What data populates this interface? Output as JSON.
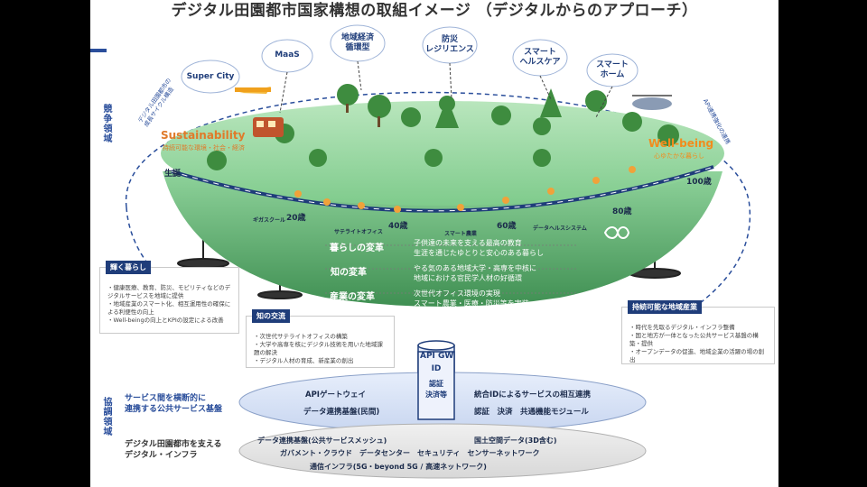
{
  "title": "デジタル田園都市国家構想の取組イメージ （デジタルからのアプローチ）",
  "side_labels": {
    "competition": "競争領域",
    "cooperation": "協調領域"
  },
  "clouds": [
    "Super City",
    "MaaS",
    "地域経済\n循環型",
    "防災\nレジリエンス",
    "スマート\nヘルスケア",
    "スマート\nホーム"
  ],
  "arc_labels": {
    "left": "デジタル田園都市の\n成長サイクル構造",
    "right": "API連携強化の連携"
  },
  "sustainability": {
    "label": "Sustainability",
    "sub": "持続可能な環境・社会・経済"
  },
  "wellbeing": {
    "label": "Well-being",
    "sub": "心ゆたかな暮らし"
  },
  "ages": [
    "生誕",
    "20歳",
    "40歳",
    "60歳",
    "80歳",
    "100歳"
  ],
  "stations": [
    "ギガスクール",
    "サテライトオフィス",
    "スマート農業",
    "データヘルスシステム"
  ],
  "transforms": [
    {
      "title": "暮らしの変革",
      "lines": [
        "子供達の未来を支える最高の教育",
        "生涯を通じたゆとりと安心のある暮らし"
      ]
    },
    {
      "title": "知の変革",
      "lines": [
        "やる気のある地域大学・高専を中核に",
        "地域における官民学人材の好循環"
      ]
    },
    {
      "title": "産業の変革",
      "lines": [
        "次世代オフィス環境の実現",
        "スマート農業・医療・防災等を実装"
      ]
    }
  ],
  "boxes": {
    "kagayaku": {
      "title": "輝く暮らし",
      "items": [
        "健康医療、教育、防災、モビリティなどのデジタルサービスを地域に提供",
        "地域産業のスマート化、相互運用性の確保による利便性の向上",
        "Well-beingの向上とKPIの設定による改善"
      ]
    },
    "chi": {
      "title": "知の交流",
      "items": [
        "次世代サテライトオフィスの構築",
        "大学や高専を核にデジタル技術を用いた地域課題の解決",
        "デジタル人材の育成、新産業の創出"
      ]
    },
    "jizoku": {
      "title": "持続可能な地域産業",
      "items": [
        "時代を先取るデジタル・インフラ整備",
        "国と地方が一体となった公共サービス基盤の構築・提供",
        "オープンデータの促進、地域企業の活躍の場の創出"
      ]
    }
  },
  "api_gw": {
    "line1": "API GW",
    "line2": "ID",
    "line3": "認証",
    "line4": "決済等"
  },
  "upper_plate": {
    "left1": "APIゲートウェイ",
    "left2": "データ連携基盤(民間)",
    "right1": "統合IDによるサービスの相互連携",
    "right2": "認証　決済　共通機能モジュール"
  },
  "lower_plate": {
    "line1a": "データ連携基盤(公共サービスメッシュ)",
    "line1b": "国土空間データ(3D含む)",
    "line2": "ガバメント・クラウド　データセンター　セキュリティ　センサーネットワーク",
    "line3": "通信インフラ(5G・beyond 5G / 高速ネットワーク)"
  },
  "side_notes": {
    "public": "サービス間を横断的に\n連携する公共サービス基盤",
    "infra": "デジタル田園都市を支える\nデジタル・インフラ"
  },
  "colors": {
    "bowl_dark": "#3f8f52",
    "bowl_light": "#8fd39b",
    "navy": "#1f3d7a",
    "sustain": "#e07a2a",
    "wellbeing": "#f28c1d"
  }
}
